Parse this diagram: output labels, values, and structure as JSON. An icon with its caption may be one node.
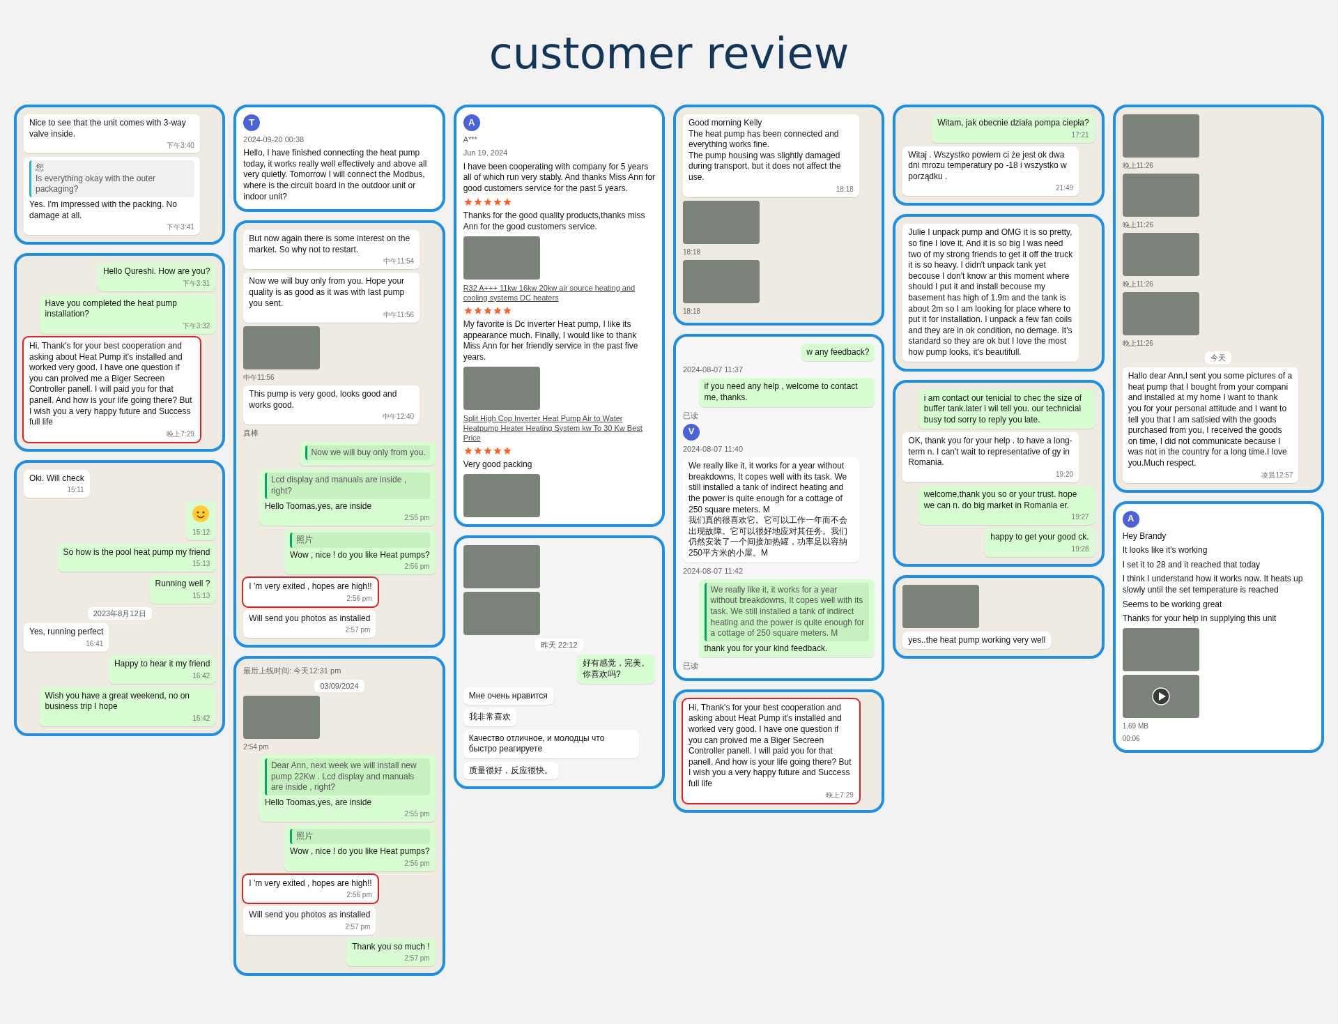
{
  "diagram": {
    "title": "customer review",
    "nodes": [
      {
        "text": [
          "Nice to see that the unit comes with 3-way valve inside.",
          "下午3:40",
          "您",
          "Is everything okay with the outer packaging?",
          "Yes. I'm impressed with the packing.  No damage at all.",
          "下午3:41"
        ]
      },
      {
        "text": [
          "T",
          "2024-09-20 00:38",
          "Hello, I have finished connecting the heat pump today, it works really well effectively and above all very quietly. Tomorrow I will connect the Modbus, where is the circuit board in the outdoor unit or indoor unit?"
        ]
      },
      {
        "text": [
          "Witam, jak obecnie działa pompa ciepła?",
          "17:21",
          "Witaj . Wszystko powiem ci że jest ok dwa dni mrozu temperatury po -18 i wszystko w porządku .",
          "21:49"
        ]
      },
      {
        "text": [
          "晚上11:26",
          "晚上11:26",
          "晚上11:26",
          "晚上11:26",
          "今天",
          "Hallo dear Ann,I sent you some pictures  of a heat pump that I bought from your compani and installed at my home I want to thank you for your  personal attitude and I want to tell you that I am satisied with the goods purchased from you, I received the goods on time, I did not communicate  because I was not in the country for a long  time.I love you.Much respect.",
          "凌晨12:57"
        ]
      },
      {
        "text": [
          "Julie I unpack pump and OMG it is so pretty, so fine I love it. And it is so big I was need two of my strong friends to get it off the truck it is so heavy. I didn't unpack tank yet becouse I don't know ar this moment where should I put it and install becouse my basement has high of 1.9m and the tank is about 2m so I am looking for place where to put it for installation. I unpack a few fan coils and they are in ok condition, no demage. It's standard so they are ok but I love the most how pump looks, it's beautifull."
        ]
      },
      {
        "text": [
          "i am contact our tenicial to chec the size of buffer tank.later i wil tell you. our technicial busy tod sorry to reply you late.",
          "OK, thank you for your help . to have a long-term n. I can't wait to representative of gy in Romania.",
          "19:20",
          "welcome,thank you so or your trust. hope we can n. do big market in Romania er.",
          "19:27",
          "happy to get your good ck.",
          "19:28"
        ]
      },
      {
        "text": [
          "昨天 22:12",
          "好有感觉，完美。",
          "你喜欢吗?",
          "Мне очень нравится",
          "我非常喜欢",
          "Качество отличное, и молодцы что быстро реагируете",
          "质量很好，反应很快。"
        ]
      },
      {
        "text": [
          "Good morning Kelly",
          "The heat pump has been connected and everything works fine.",
          "The pump housing was slightly damaged during transport, but it does not affect the use.",
          "18:18",
          "18:18",
          "18:18"
        ]
      },
      {
        "text": [
          "Hello Qureshi. How are you?",
          "下午3:31",
          "Have you completed the heat pump installation?",
          "下午3:32",
          "Hi, Thank's for your best cooperation and asking about Heat Pump it's installed and worked very good. I have one question if you can proived me a Biger Secreen Controller panell. I will paid you for that panell. And how is your life going there? But I wish you a very happy future and Success full life",
          "晚上7:29"
        ]
      },
      {
        "text": [
          "But now again there is some interest on the market. So why not to restart.",
          "中午11:54",
          "Now we will buy only from you. Hope your quality is as good as it was with last pump you sent.",
          "中午11:56",
          "中午11:56",
          "This pump is very good, looks good and works good.",
          "中午12:40",
          "真棒",
          "Now we will buy only from you.",
          "Lcd display and manuals are inside , right?",
          "Hello Toomas,yes, are inside",
          "2:55 pm",
          "照片",
          "Wow , nice ! do you like Heat pumps?",
          "2:56 pm",
          "I 'm very exited , hopes are high!!",
          "2:56 pm",
          "Will send you photos as installed",
          "2:57 pm"
        ]
      },
      {
        "text": [
          "A",
          "A***",
          "Jun 19, 2024",
          "I have been cooperating with company for 5 years all of which run very stably. And thanks Miss Ann for good customers service for the past 5 years.",
          "Thanks for the good quality products,thanks miss Ann for the good customers service.",
          "R32 A+++ 11kw 16kw 20kw air source heating and cooling systems DC heaters",
          "My favorite is Dc inverter Heat pump, I like its appearance much. Finally, I would like to thank Miss Ann for her friendly service in the past five years.",
          "Split High Cop Inverter Heat Pump Air to Water Heatpump Heater Heating System kw To 30 Kw Best Price",
          "Very good packing"
        ]
      },
      {
        "text": [
          "Oki. Will check",
          "15:11",
          "15:12",
          "So how is the pool heat pump my friend",
          "15:13",
          "Running well ?",
          "15:13",
          "2023年8月12日",
          "Yes, running perfect",
          "16:41",
          "Happy  to hear it my friend",
          "16:42",
          "Wish you have a great weekend, no on business trip I hope",
          "16:42"
        ]
      },
      {
        "text": [
          "w any feedback?",
          "2024-08-07 11:37",
          "if you need any help , welcome to contact me, thanks.",
          "已读",
          "V",
          "2024-08-07 11:40",
          "We really like it, it works for a year without breakdowns, It copes well with its task. We still installed a tank of indirect heating and the power is quite enough for a cottage of 250 square meters. M",
          "我们真的很喜欢它。它可以工作一年而不会出现故障。它可以很好地应对其任务。我们仍然安装了一个间接加热罐，功率足以容纳250平方米的小屋。M",
          "2024-08-07 11:42",
          "We really like it, it works for a year without breakdowns, It copes well with its task. We still installed a tank of indirect heating and the power is quite enough for a cottage of 250 square meters. M",
          "thank you for your kind feedback.",
          "已读"
        ]
      },
      {
        "text": [
          "Hi, Thank's for your best cooperation and asking about Heat Pump it's installed and worked very good. I have one question if you can proived me a Biger Secreen Controller panell. I will paid you for that panell. And how is your life going there? But I wish you a very happy future and Success full life",
          "晚上7:29"
        ]
      },
      {
        "text": [
          "yes..the heat pump working very well"
        ]
      },
      {
        "text": [
          "A",
          "Hey Brandy",
          "It looks like it's working",
          "I set it to 28 and it reached that today",
          "I think I understand how it works now. It heats up slowly until the set temperature is reached",
          "Seems to be working great",
          "Thanks for your help in supplying this unit",
          "1.69 MB",
          "00:06"
        ]
      },
      {
        "text": [
          "最后上线时间: 今天12:31 pm",
          "03/09/2024",
          "2:54 pm",
          "Dear Ann, next week we will install new pump 22Kw . Lcd display and manuals are inside , right?",
          "Hello Toomas,yes, are inside",
          "2:55 pm",
          "照片",
          "Wow , nice ! do you like Heat pumps?",
          "2:56 pm",
          "I 'm very exited , hopes are high!!",
          "2:56 pm",
          "Will send you photos as installed",
          "2:57 pm",
          "Thank you so much !",
          "2:57 pm"
        ]
      }
    ]
  }
}
